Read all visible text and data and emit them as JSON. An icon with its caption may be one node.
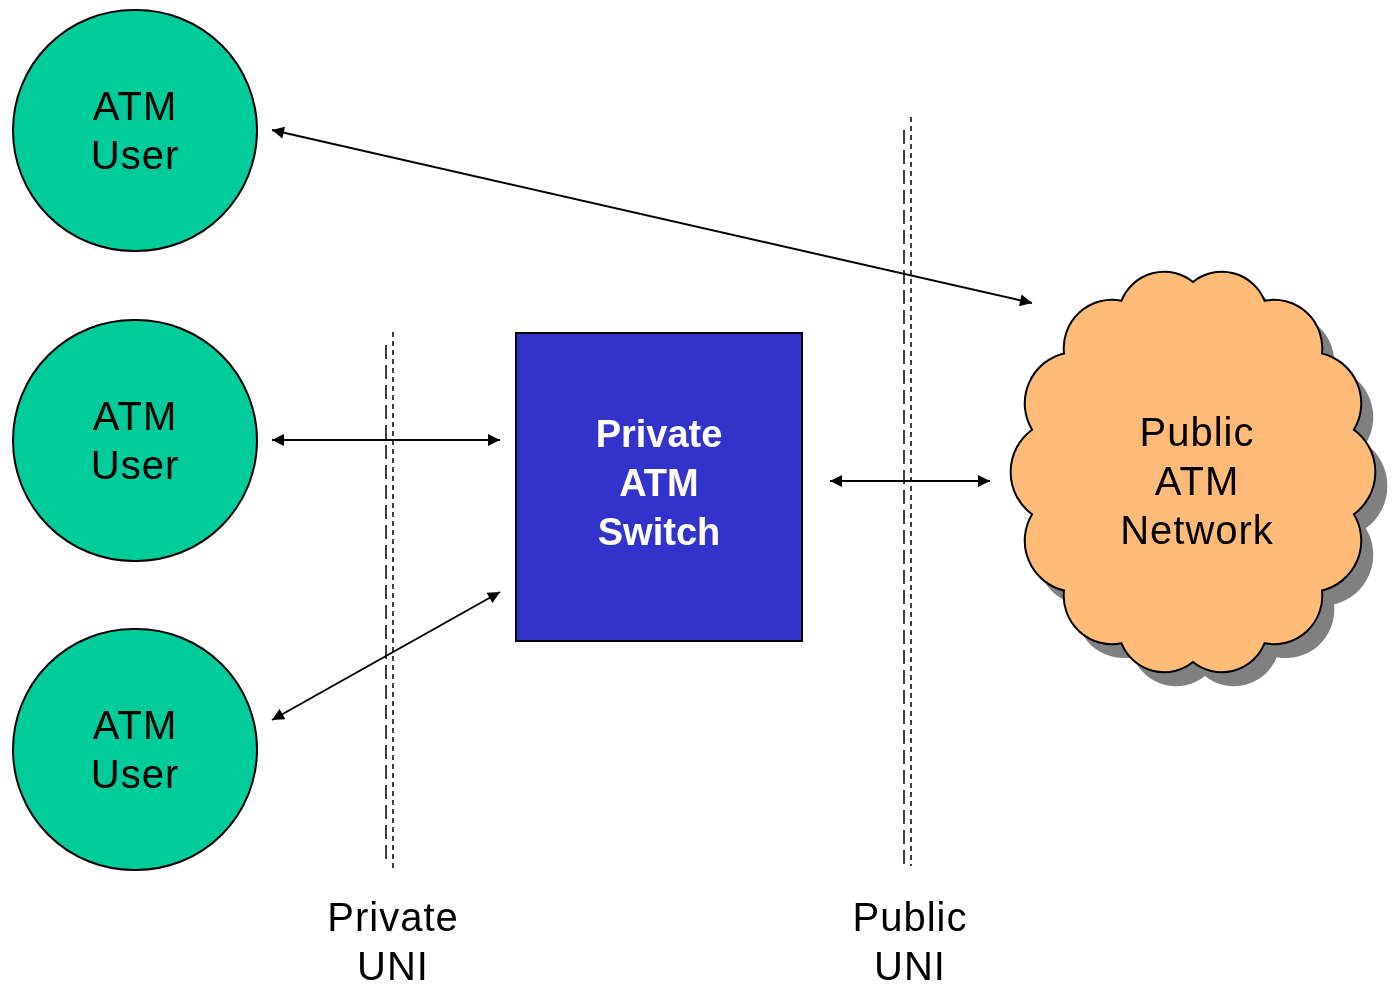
{
  "diagram": {
    "nodes": [
      {
        "text": [
          "ATM User"
        ]
      },
      {
        "text": [
          "ATM User"
        ]
      },
      {
        "text": [
          "ATM User"
        ]
      },
      {
        "text": [
          "Private ATM Switch"
        ]
      },
      {
        "text": [
          "Public ATM Network"
        ]
      }
    ],
    "edges": [
      {
        "from": 0,
        "to": 4,
        "arrow": "both"
      },
      {
        "from": 1,
        "to": 3,
        "arrow": "both"
      },
      {
        "from": 2,
        "to": 3,
        "arrow": "both"
      },
      {
        "from": 3,
        "to": 4,
        "arrow": "both"
      }
    ],
    "labels": [
      "Private UNI",
      "Public UNI"
    ]
  }
}
